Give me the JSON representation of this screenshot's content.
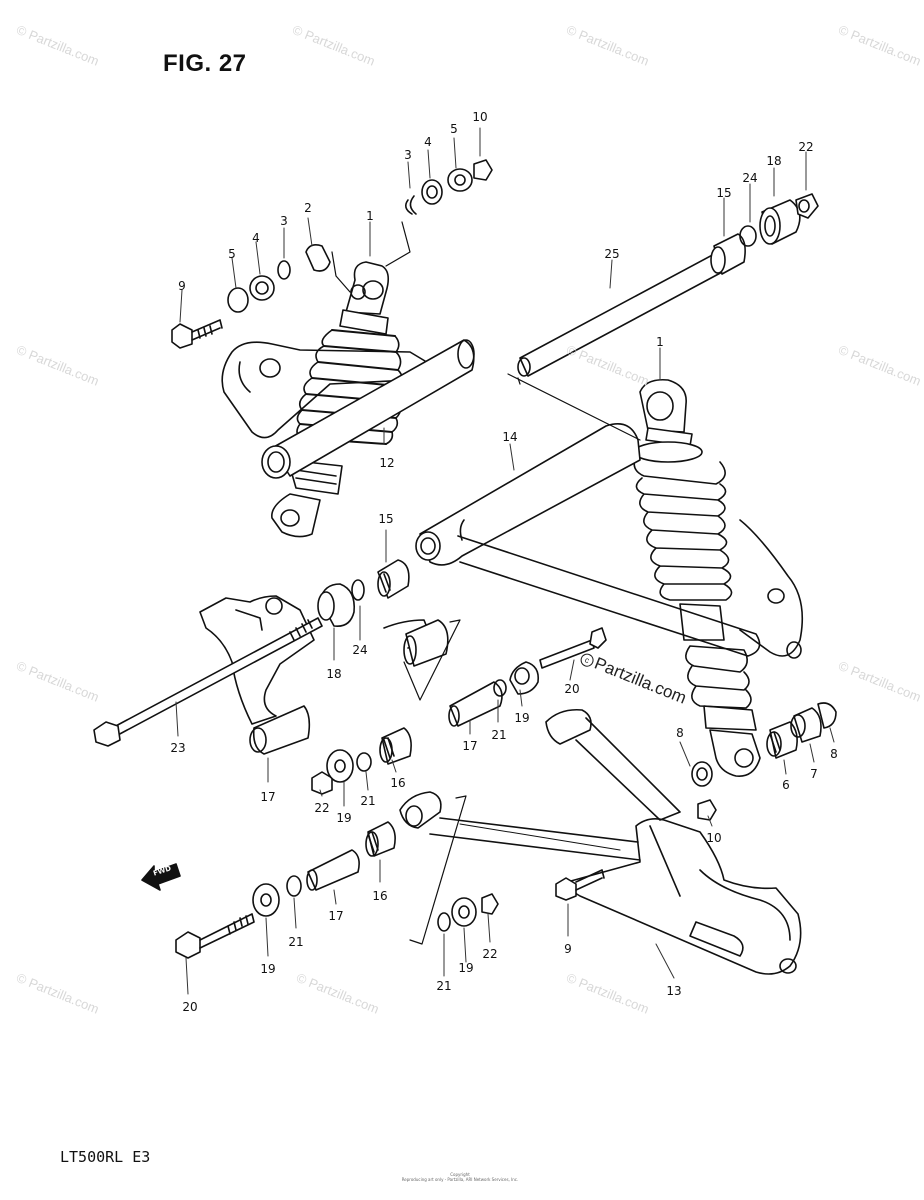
{
  "figure": {
    "title": "FIG. 27",
    "model_code": "LT500RL  E3",
    "brand": "Partzilla.com",
    "direction_label": "FWD",
    "copyright_lines": [
      "Copyright",
      "Reproducing art only - Partzilla, ARI Network Services, Inc."
    ]
  },
  "watermarks": [
    "© Partzilla.com",
    "© Partzilla.com",
    "© Partzilla.com",
    "© Partzilla.com",
    "© Partzilla.com",
    "© Partzilla.com",
    "© Partzilla.com",
    "© Partzilla.com",
    "© Partzilla.com",
    "© Partzilla.com",
    "© Partzilla.com",
    "© Partzilla.com"
  ],
  "callouts": [
    "10",
    "5",
    "4",
    "3",
    "2",
    "3",
    "4",
    "5",
    "9",
    "1",
    "22",
    "18",
    "24",
    "15",
    "25",
    "1",
    "12",
    "14",
    "15",
    "18",
    "24",
    "23",
    "17",
    "20",
    "17",
    "21",
    "19",
    "16",
    "8",
    "6",
    "7",
    "8",
    "22",
    "19",
    "21",
    "16",
    "10",
    "19",
    "21",
    "17",
    "20",
    "9",
    "22",
    "19",
    "21",
    "13"
  ],
  "colors": {
    "line": "#111111",
    "watermark": "#d8d8d8"
  }
}
